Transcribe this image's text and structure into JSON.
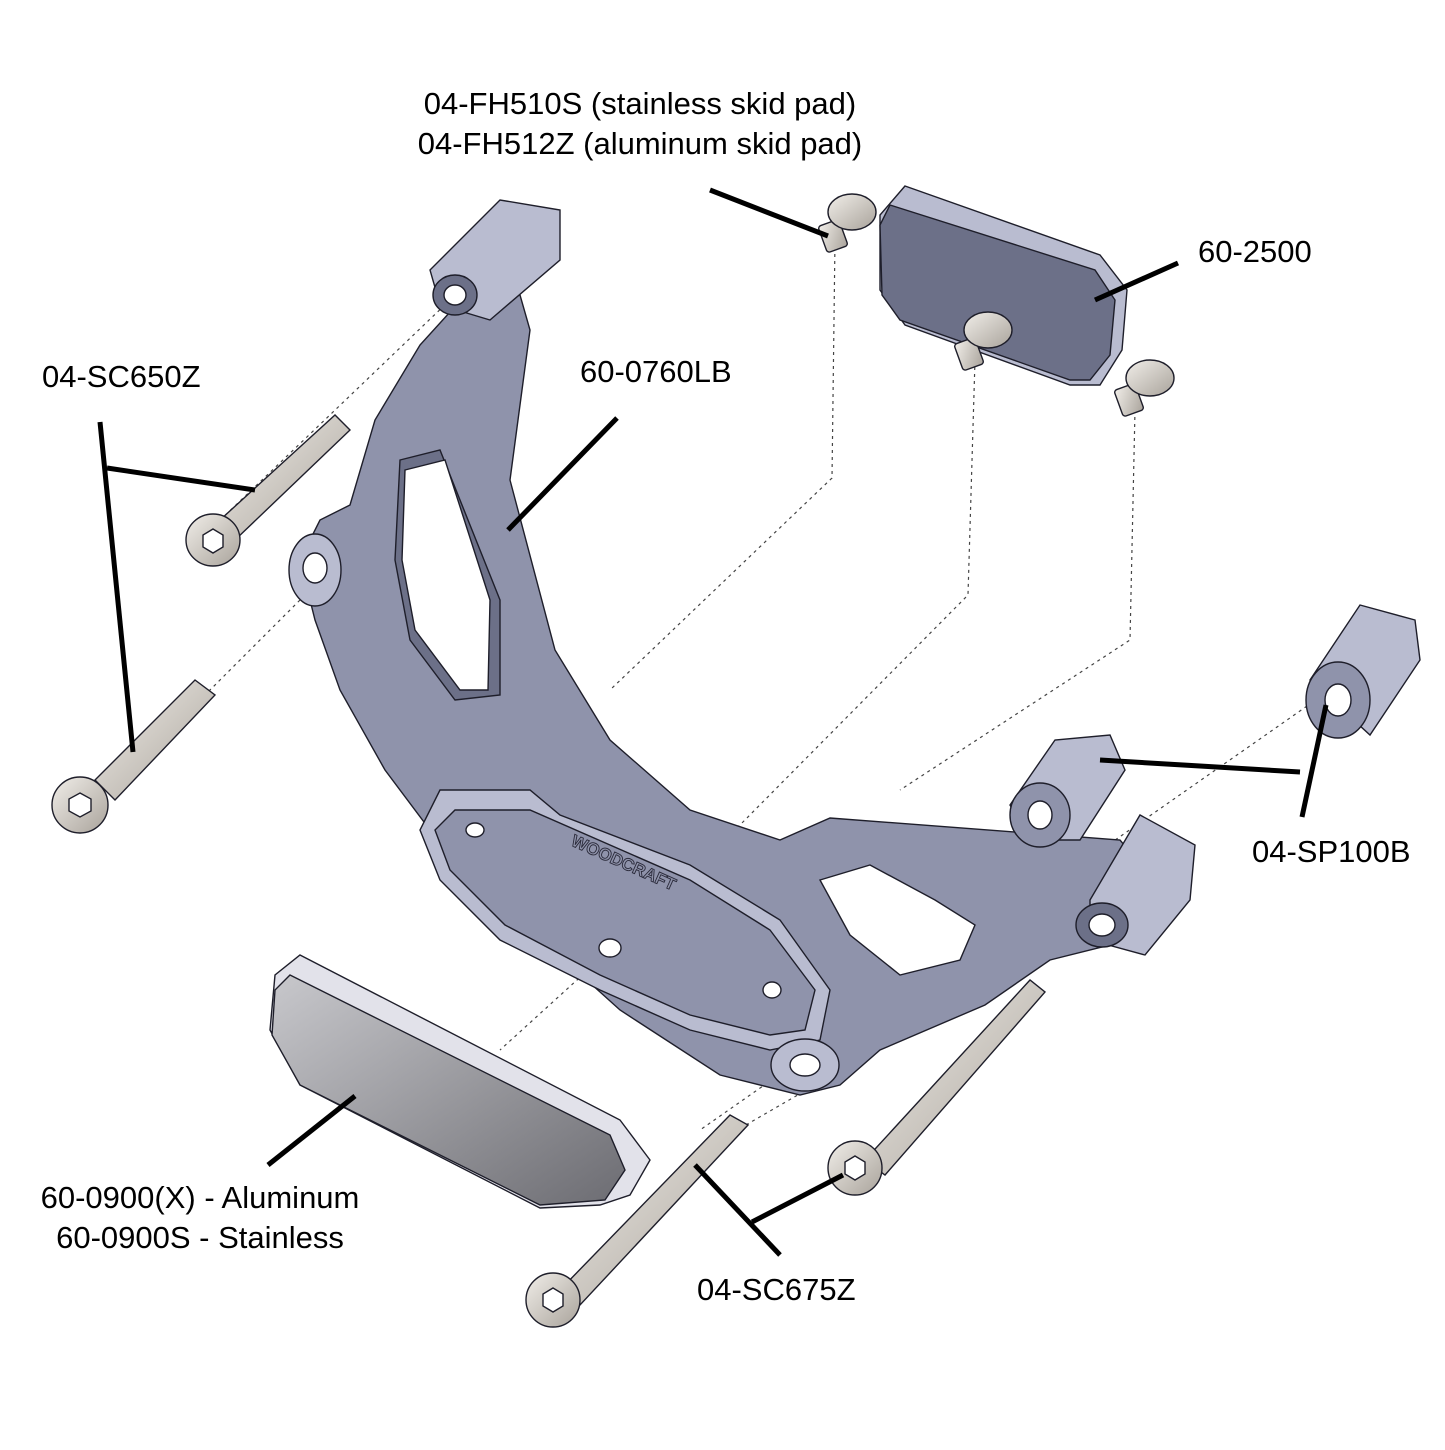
{
  "labels": {
    "fh510s": "04-FH510S (stainless skid pad)",
    "fh512z": "04-FH512Z (aluminum skid pad)",
    "pad_2500": "60-2500",
    "sc650z": "04-SC650Z",
    "bracket": "60-0760LB",
    "sp100b": "04-SP100B",
    "plate_aluminum": "60-0900(X) - Aluminum",
    "plate_stainless": "60-0900S - Stainless",
    "sc675z": "04-SC675Z"
  },
  "logo_text": "WOODCRAFT",
  "colors": {
    "metal_light": "#b9bcd0",
    "metal_mid": "#8f93ab",
    "metal_dark": "#6c7088",
    "bolt_light": "#e6e2dc",
    "bolt_dark": "#a9a39b",
    "outline": "#1e1e2a",
    "leader": "#000000"
  }
}
